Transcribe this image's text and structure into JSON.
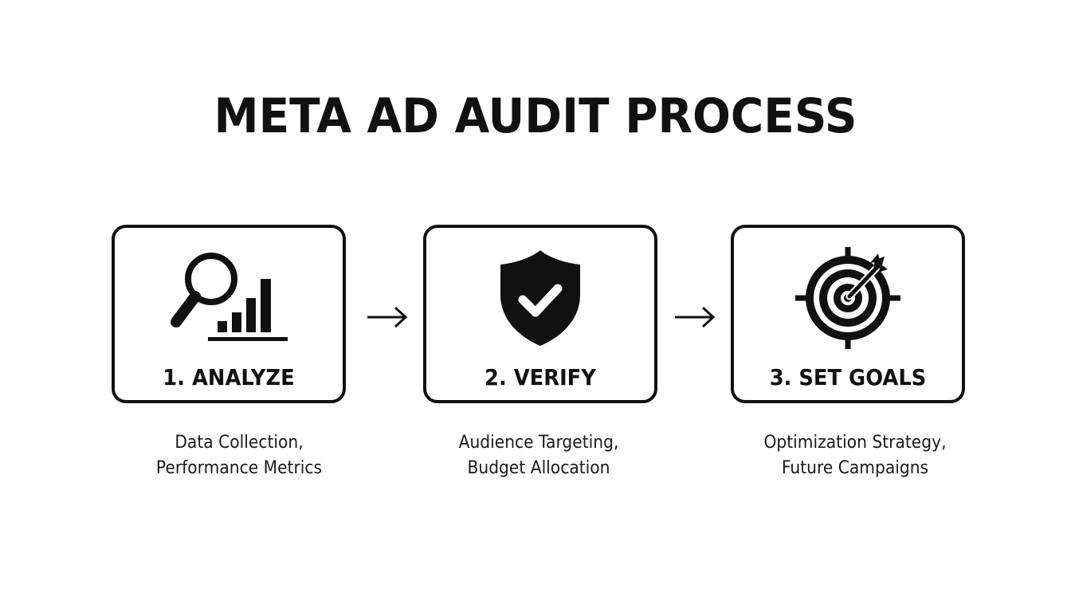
{
  "title": "META AD AUDIT PROCESS",
  "steps": [
    {
      "label": "1. ANALYZE",
      "icon": "magnifier-bar-chart-icon",
      "desc_line1": "Data Collection,",
      "desc_line2": "Performance Metrics"
    },
    {
      "label": "2. VERIFY",
      "icon": "shield-check-icon",
      "desc_line1": "Audience Targeting,",
      "desc_line2": "Budget Allocation"
    },
    {
      "label": "3. SET GOALS",
      "icon": "target-arrow-icon",
      "desc_line1": "Optimization Strategy,",
      "desc_line2": "Future Campaigns"
    }
  ],
  "colors": {
    "ink": "#111111",
    "background": "#ffffff"
  }
}
